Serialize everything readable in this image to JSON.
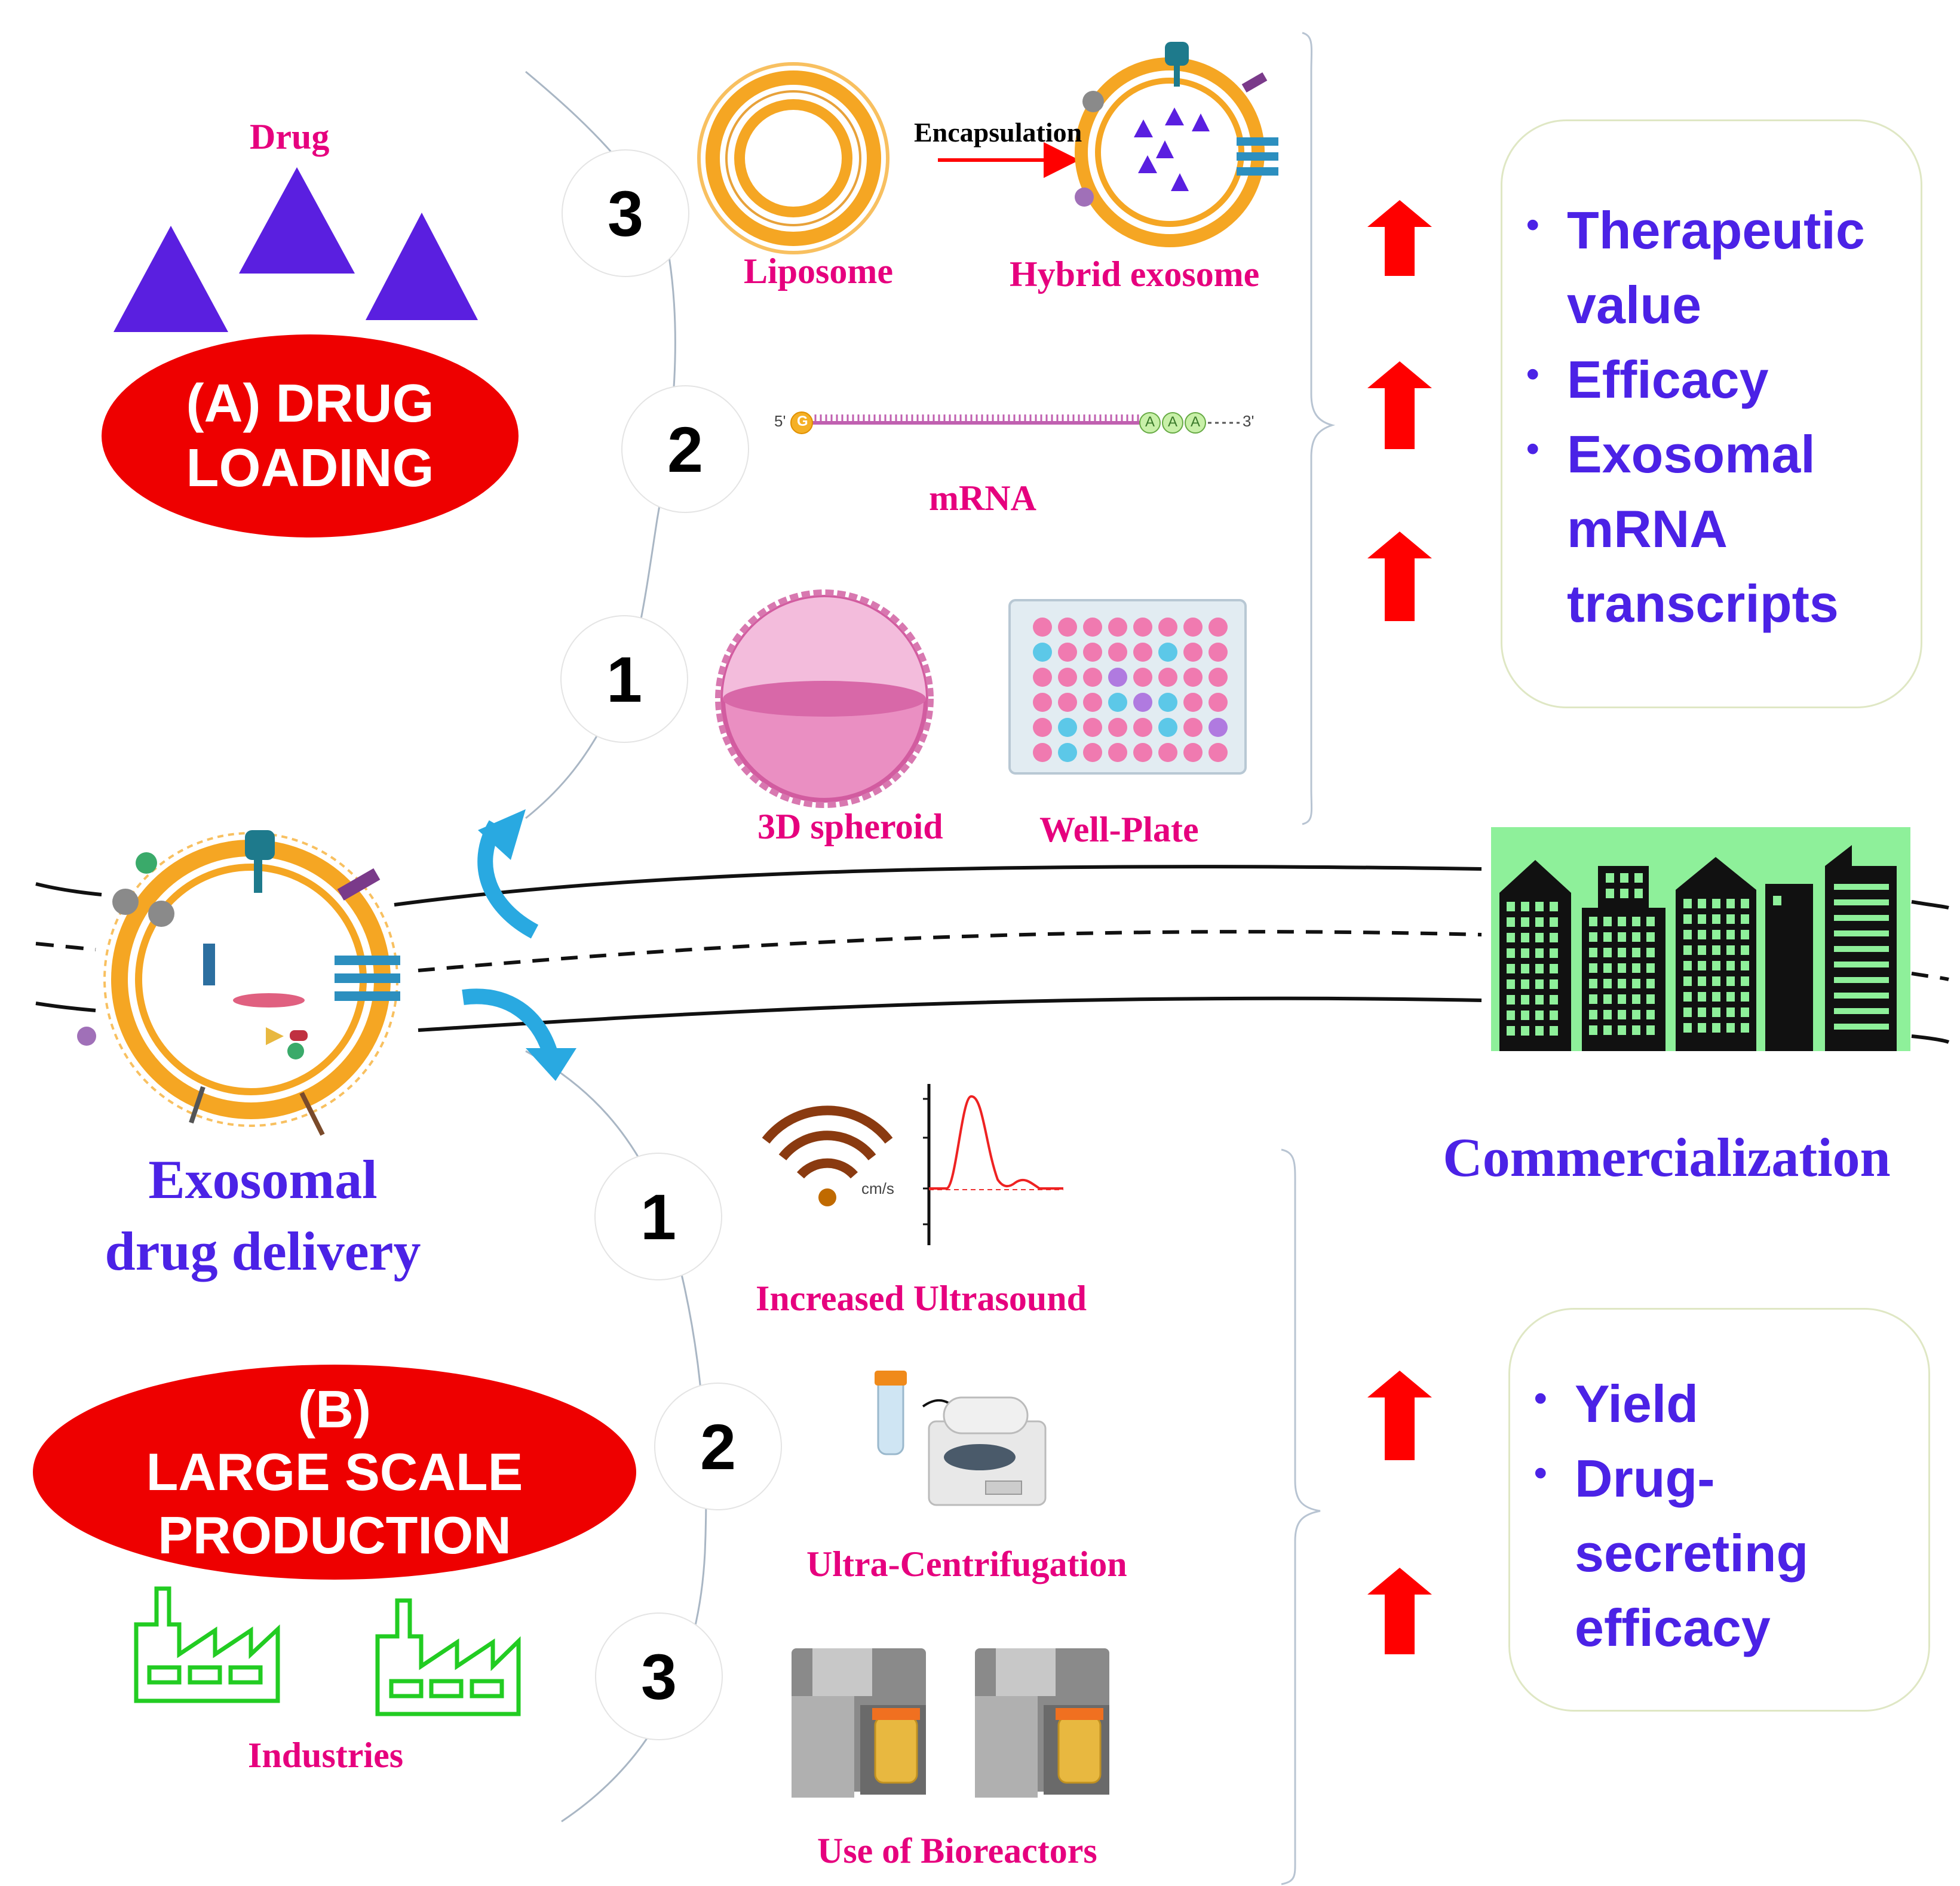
{
  "section_a": {
    "title_line1": "(A) DRUG",
    "title_line2": "LOADING",
    "drug_label": "Drug",
    "steps": [
      {
        "number": "3",
        "labels": [
          "Liposome",
          "Hybrid exosome"
        ],
        "arrow_label": "Encapsulation"
      },
      {
        "number": "2",
        "labels": [
          "mRNA"
        ],
        "mrna_5prime": "5'",
        "mrna_cap": "G",
        "mrna_tail": [
          "A",
          "A",
          "A"
        ],
        "mrna_3prime": "3'"
      },
      {
        "number": "1",
        "labels": [
          "3D spheroid",
          "Well-Plate"
        ]
      }
    ],
    "benefits": [
      "Therapeutic value",
      "Efficacy",
      "Exosomal mRNA transcripts"
    ]
  },
  "center": {
    "exosome_label_line1": "Exosomal",
    "exosome_label_line2": "drug delivery",
    "commercialization": "Commercialization"
  },
  "section_b": {
    "title_line1": "(B)",
    "title_line2": "LARGE SCALE",
    "title_line3": "PRODUCTION",
    "industries_label": "Industries",
    "steps": [
      {
        "number": "1",
        "label": "Increased Ultrasound",
        "axis_unit": "cm/s"
      },
      {
        "number": "2",
        "label": "Ultra-Centrifugation"
      },
      {
        "number": "3",
        "label": "Use of Bioreactors"
      }
    ],
    "benefits": [
      "Yield",
      "Drug-secreting efficacy"
    ]
  },
  "colors": {
    "ellipse_red": "#ee0000",
    "label_pink": "#e6007e",
    "text_purple": "#4b22e6",
    "drug_purple": "#5a1fe0",
    "arrow_red": "#ff0000",
    "arrow_blue": "#29a9e1",
    "factory_green": "#22cc22",
    "city_bg": "#8ef09a",
    "membrane_orange": "#f5a623"
  }
}
